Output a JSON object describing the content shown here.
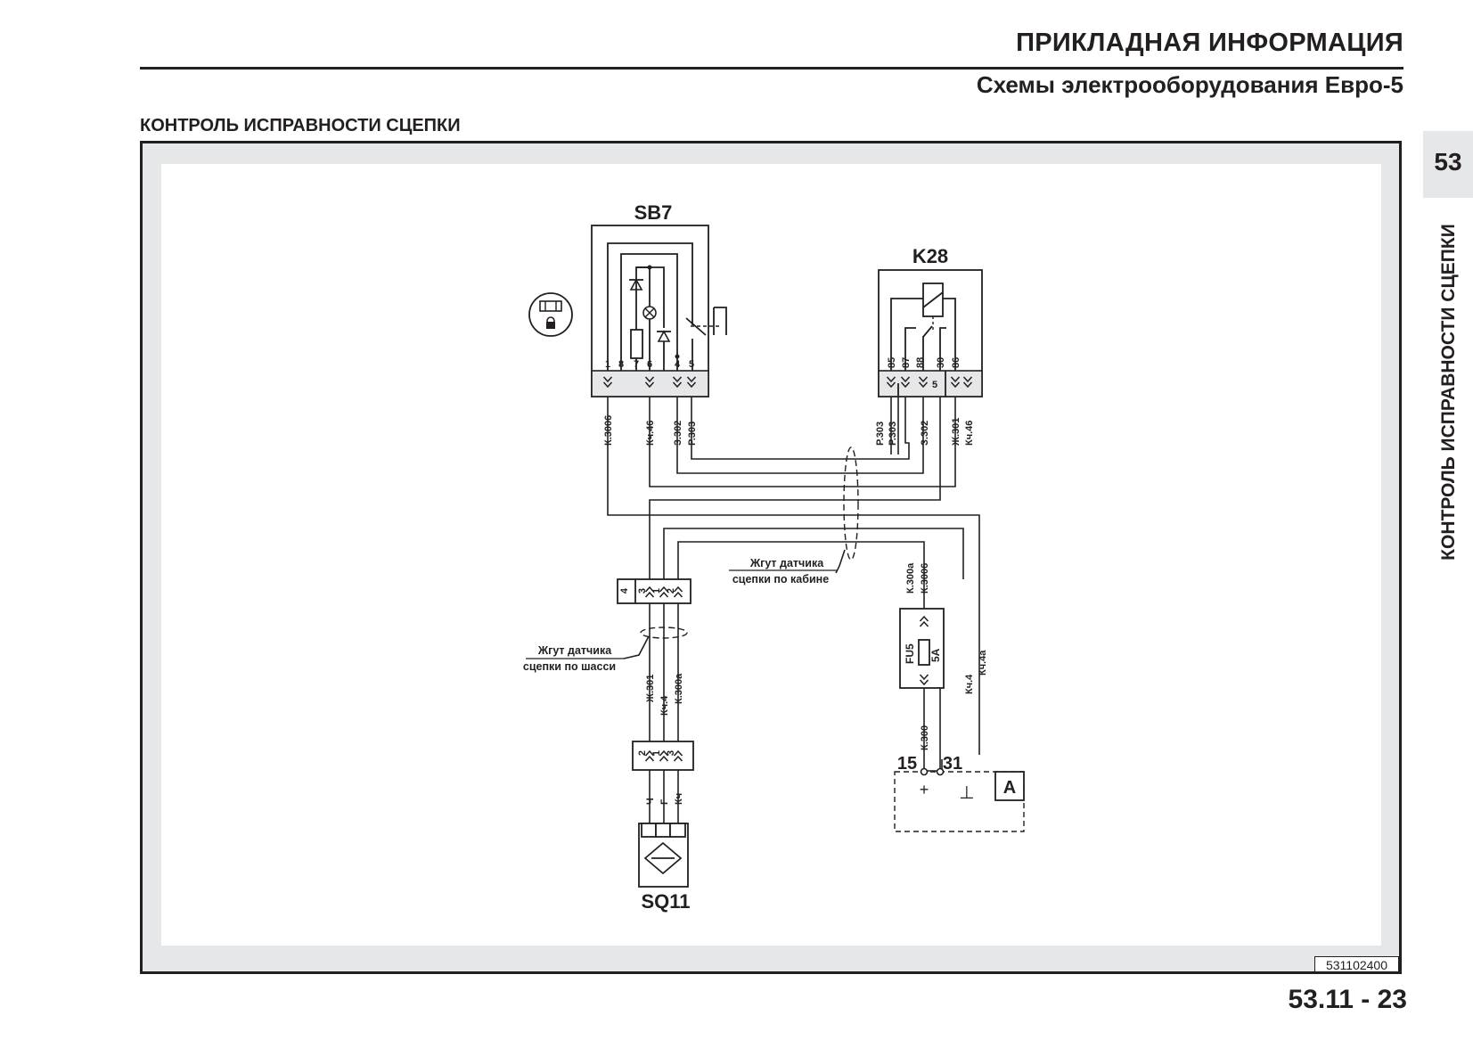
{
  "header": {
    "title": "ПРИКЛАДНАЯ ИНФОРМАЦИЯ",
    "subtitle": "Схемы электрооборудования Евро-5"
  },
  "section": {
    "title": "КОНТРОЛЬ ИСПРАВНОСТИ СЦЕПКИ"
  },
  "side_tab": {
    "number": "53",
    "text": "КОНТРОЛЬ ИСПРАВНОСТИ СЦЕПКИ"
  },
  "diagram": {
    "components": {
      "sb7": "SB7",
      "k28": "K28",
      "sq11": "SQ11",
      "fuse_name": "FU5",
      "fuse_rating": "5А",
      "consumer": "А"
    },
    "sb7_pins": [
      "1",
      "8",
      "7",
      "6",
      "4",
      "5"
    ],
    "k28_pins": [
      "85",
      "87",
      "88",
      "30",
      "86"
    ],
    "k28_bridge": "5",
    "connector_top_pins": [
      "4",
      "3",
      "1",
      "2"
    ],
    "connector_bottom_pins": [
      "2",
      "1",
      "3"
    ],
    "sb7_wires": [
      "К.3006",
      "Кч.46",
      "З.302",
      "Р.303"
    ],
    "k28_wires": [
      "Р.303",
      "Р.303",
      "З.302",
      "Ж.301",
      "Кч.46"
    ],
    "fuse_top_wires": [
      "К.300а",
      "К.3006"
    ],
    "fuse_bottom_wire": "К.300",
    "ground_wires": [
      "Кч.4",
      "Кч.4а"
    ],
    "chassis_wires": [
      "Ж.301",
      "Кч.4",
      "К.300а"
    ],
    "sensor_wires": [
      "Ч",
      "Г",
      "Кч"
    ],
    "terminals": {
      "plus_num": "15",
      "minus_num": "31",
      "plus_sign": "+",
      "ground_sign": "⊥"
    },
    "harness_cab": [
      "Жгут датчика",
      "сцепки по кабине"
    ],
    "harness_chassis": [
      "Жгут датчика",
      "сцепки по шасси"
    ]
  },
  "footer": {
    "drawing_id": "531102400",
    "page_number": "53.11 - 23"
  }
}
